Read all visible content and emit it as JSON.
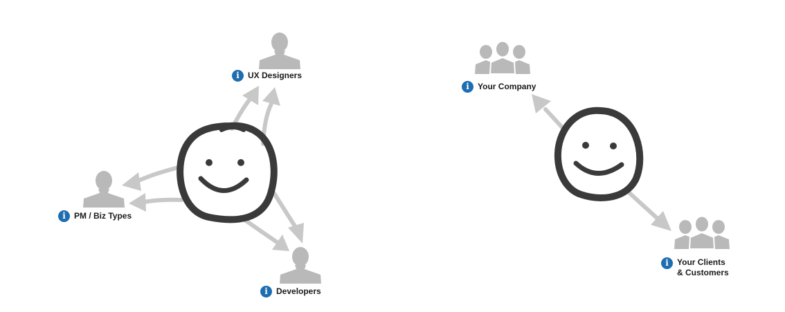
{
  "info_glyph": "i",
  "colors": {
    "arrow": "#c8c8c8",
    "person": "#b9b9b9",
    "face": "#3a3a3a",
    "info": "#1e6db0"
  },
  "left_diagram": {
    "roles": [
      {
        "id": "ux",
        "label": "UX Designers",
        "icon": "person-icon"
      },
      {
        "id": "pm",
        "label": "PM / Biz Types",
        "icon": "person-icon"
      },
      {
        "id": "dev",
        "label": "Developers",
        "icon": "person-icon"
      }
    ]
  },
  "right_diagram": {
    "groups": [
      {
        "id": "company",
        "label_lines": [
          "Your Company"
        ],
        "icon": "group-icon"
      },
      {
        "id": "clients",
        "label_lines": [
          "Your Clients",
          "& Customers"
        ],
        "icon": "group-icon"
      }
    ]
  }
}
